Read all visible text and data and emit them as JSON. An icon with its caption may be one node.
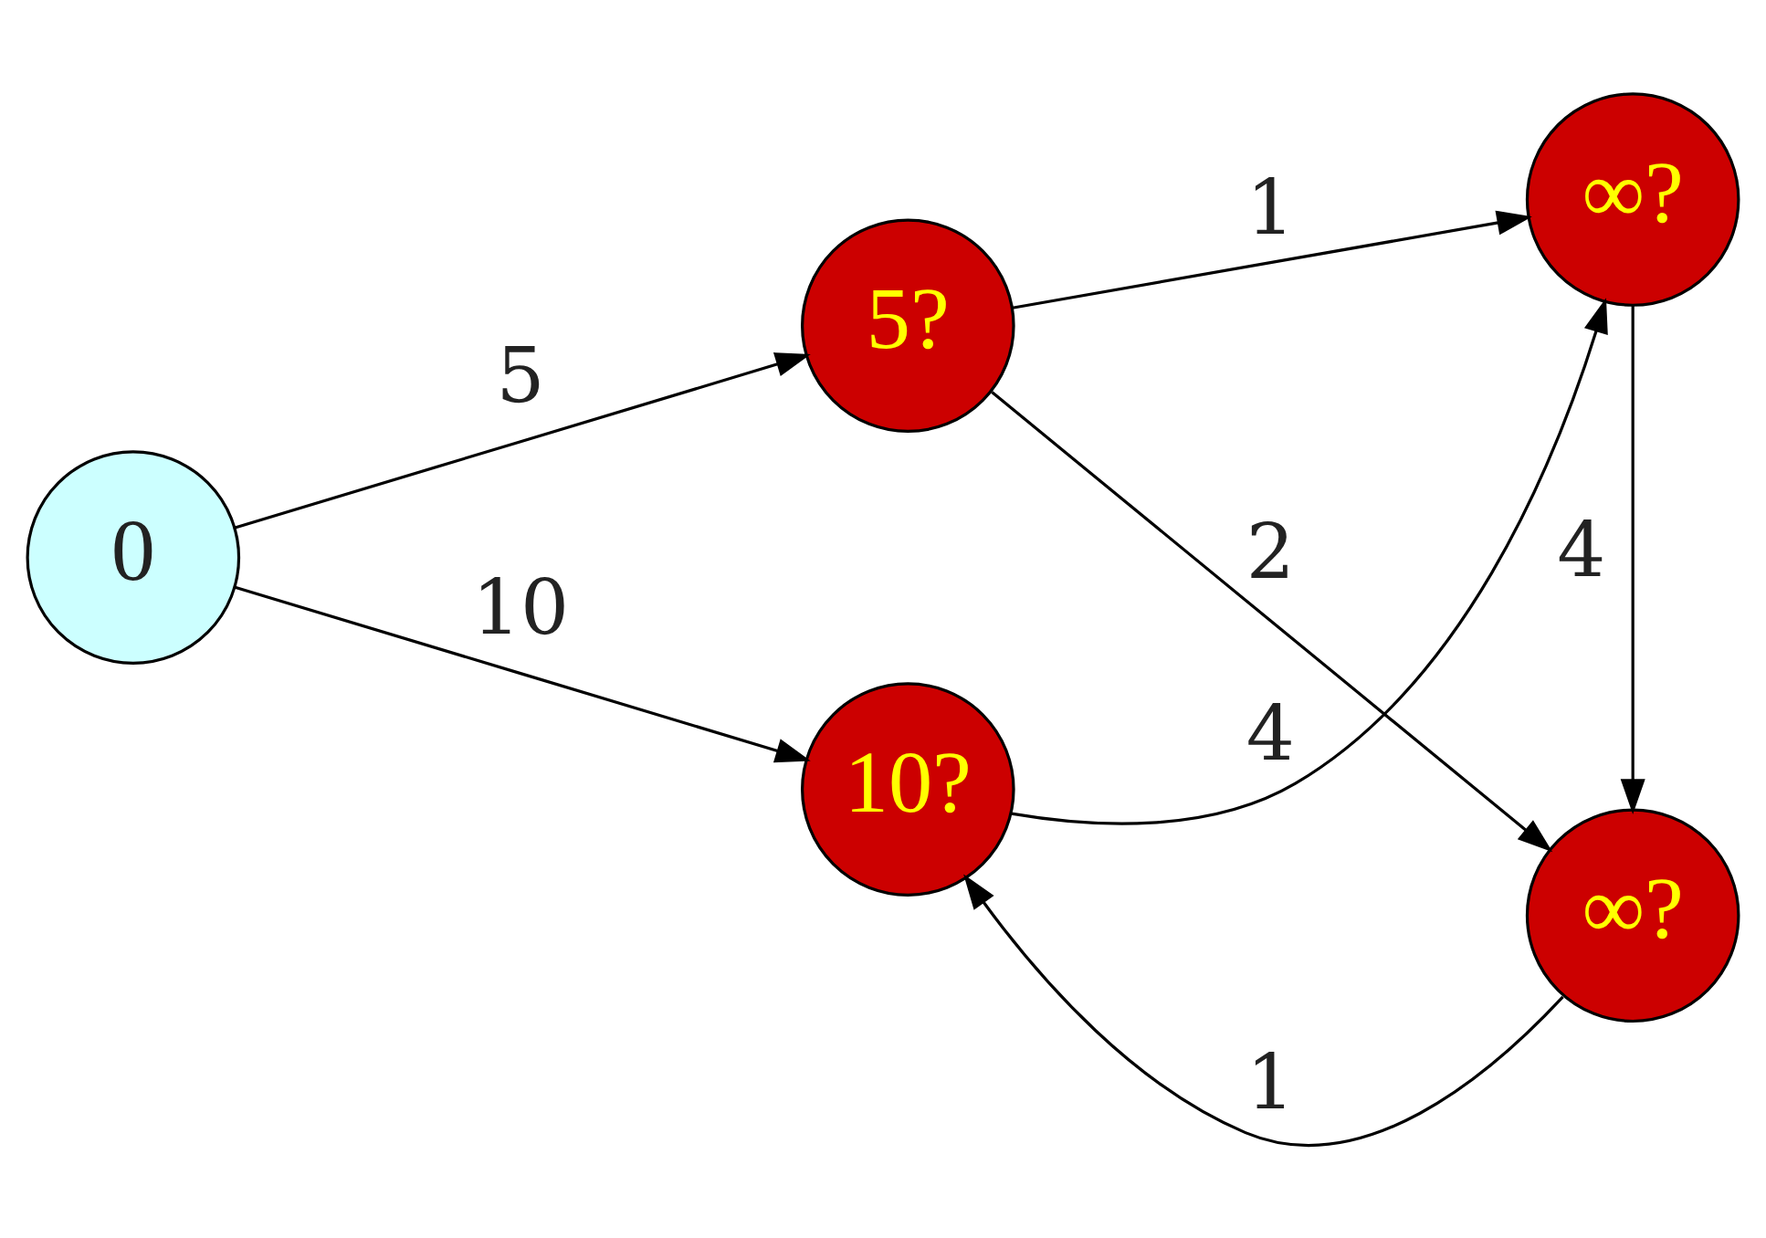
{
  "diagram": {
    "nodes": [
      {
        "text": [
          "0"
        ]
      },
      {
        "text": [
          "5?"
        ]
      },
      {
        "text": [
          "∞?"
        ]
      },
      {
        "text": [
          "10?"
        ]
      },
      {
        "text": [
          "∞?"
        ]
      }
    ],
    "edges": [
      {
        "from": 0,
        "to": 1,
        "arrow": "to",
        "label": "5"
      },
      {
        "from": 0,
        "to": 3,
        "arrow": "to",
        "label": "10"
      },
      {
        "from": 1,
        "to": 2,
        "arrow": "to",
        "label": "2"
      },
      {
        "from": 1,
        "to": 4,
        "arrow": "to",
        "label": "1"
      },
      {
        "from": 2,
        "to": 3,
        "arrow": "to",
        "label": "1"
      },
      {
        "from": 3,
        "to": 4,
        "arrow": "to",
        "label": "4"
      },
      {
        "from": 4,
        "to": 2,
        "arrow": "to",
        "label": "4"
      }
    ]
  }
}
